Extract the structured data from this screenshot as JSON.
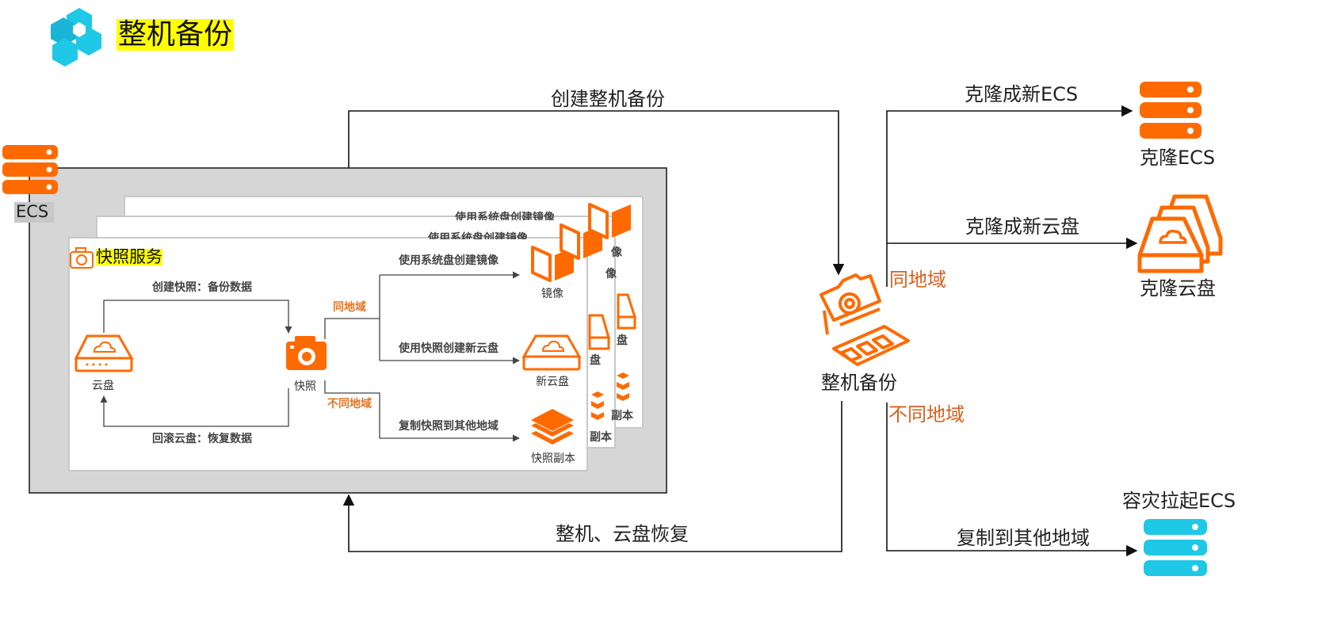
{
  "title": "整机备份",
  "colors": {
    "orange": "#ff6a00",
    "orange_dark": "#d9601e",
    "cyan": "#1ec8e6",
    "highlight": "#ffff00",
    "gray_panel": "#d6d6d6"
  },
  "labels": {
    "create_backup": "创建整机备份",
    "ecs": "ECS",
    "restore": "整机、云盘恢复",
    "backup_node": "整机备份",
    "same_region": "同地域",
    "diff_region": "不同地域",
    "clone_ecs_action": "克隆成新ECS",
    "clone_ecs": "克隆ECS",
    "clone_disk_action": "克隆成新云盘",
    "clone_disk": "克隆云盘",
    "dr_ecs": "容灾拉起ECS",
    "copy_region": "复制到其他地域"
  },
  "snapshot_panel": {
    "title": "快照服务",
    "create_snapshot": "创建快照：备份数据",
    "rollback": "回滚云盘：恢复数据",
    "disk": "云盘",
    "snapshot": "快照",
    "same_region": "同地域",
    "diff_region": "不同地域",
    "create_image": "使用系统盘创建镜像",
    "image": "镜像",
    "create_disk": "使用快照创建新云盘",
    "new_disk": "新云盘",
    "copy_snapshot": "复制快照到其他地域",
    "snapshot_copy": "快照副本"
  },
  "ghost_panels": {
    "create_image": "使用系统盘创建镜像",
    "image_tail": "像",
    "disk_tail": "盘",
    "copy_tail": "副本",
    "copy_tail2": "副本"
  }
}
